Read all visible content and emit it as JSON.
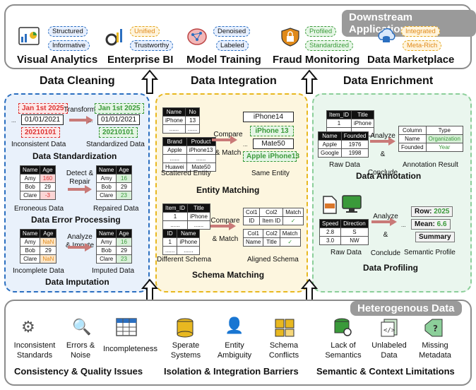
{
  "downstream": {
    "banner": "Downstream Application",
    "apps": [
      {
        "title": "Visual Analytics",
        "tags": [
          "Structured",
          "Informative"
        ]
      },
      {
        "title": "Enterprise BI",
        "tags": [
          "Unified",
          "Trustworthy"
        ]
      },
      {
        "title": "Model Training",
        "tags": [
          "Denoised",
          "Labeled"
        ]
      },
      {
        "title": "Fraud Monitoring",
        "tags": [
          "Profiled",
          "Standardized"
        ]
      },
      {
        "title": "Data Marketplace",
        "tags": [
          "Integrated",
          "Meta-Rich"
        ]
      }
    ]
  },
  "sections": {
    "cleaning": "Data Cleaning",
    "integration": "Data Integration",
    "enrichment": "Data Enrichment"
  },
  "cleaning": {
    "standardization": {
      "title": "Data Standardization",
      "in_dates": [
        "Jan 1st 2025",
        "01/01/2021",
        "20210101"
      ],
      "out_dates": [
        "Jan 1st 2025",
        "01/01/2021",
        "20210101"
      ],
      "dots": "...",
      "op": "Transform",
      "in_label": "Inconsistent Data",
      "out_label": "Standardized Data"
    },
    "error": {
      "title": "Data Error Processing",
      "header": [
        "Name",
        "Age"
      ],
      "in_rows": [
        [
          "Amy",
          "160"
        ],
        [
          "Bob",
          "29"
        ],
        [
          "Clare",
          "-3"
        ]
      ],
      "out_rows": [
        [
          "Amy",
          "16"
        ],
        [
          "Bob",
          "29"
        ],
        [
          "Clare",
          "23"
        ]
      ],
      "op": "Detect & Repair",
      "in_label": "Erroneous Data",
      "out_label": "Repaired Data"
    },
    "imputation": {
      "title": "Data Imputation",
      "header": [
        "Name",
        "Age"
      ],
      "in_rows": [
        [
          "Amy",
          "NaN"
        ],
        [
          "Bob",
          "29"
        ],
        [
          "Clare",
          "NaN"
        ]
      ],
      "out_rows": [
        [
          "Amy",
          "16"
        ],
        [
          "Bob",
          "29"
        ],
        [
          "Clare",
          "23"
        ]
      ],
      "op": "Analyze & Impute",
      "in_label": "Incomplete Data",
      "out_label": "Imputed Data"
    }
  },
  "integration": {
    "entity": {
      "title": "Entity Matching",
      "t1_header": [
        "Name",
        "No"
      ],
      "t1_rows": [
        [
          "iPhone",
          "13"
        ],
        [
          "......",
          "......"
        ]
      ],
      "t2_header": [
        "Brand",
        "Product"
      ],
      "t2_rows": [
        [
          "Apple",
          "iPhone13"
        ],
        [
          "......",
          "......"
        ],
        [
          "Huawei",
          "Mate50"
        ]
      ],
      "op": "Compare & Match",
      "results": [
        "iPhone14",
        "iPhone 13",
        "Mate50",
        "Apple iPhone13"
      ],
      "dots": "...",
      "in_label": "Scattered Entity",
      "out_label": "Same Entity"
    },
    "schema": {
      "title": "Schema Matching",
      "t1_header": [
        "Item_ID",
        "Title"
      ],
      "t1_rows": [
        [
          "1",
          "iPhone"
        ],
        [
          "......",
          "......"
        ]
      ],
      "t2_header": [
        "ID",
        "Name"
      ],
      "t2_rows": [
        [
          "1",
          "iPhone"
        ],
        [
          "......",
          "......"
        ]
      ],
      "op": "Compare & Match",
      "r_header": [
        "Col1",
        "Col2",
        "Match"
      ],
      "r1": [
        "ID",
        "Item ID",
        "✓"
      ],
      "r2": [
        "Name",
        "Title",
        "✓"
      ],
      "in_label": "Different Schema",
      "out_label": "Aligned Schema"
    }
  },
  "enrichment": {
    "annotation": {
      "title": "Data Annotation",
      "t1_header": [
        "Item_ID",
        "Title"
      ],
      "t1_rows": [
        [
          "1",
          "iPhone"
        ],
        [
          "......",
          "......"
        ]
      ],
      "t2_header": [
        "Name",
        "Founded"
      ],
      "t2_rows": [
        [
          "Apple",
          "1976"
        ],
        [
          "Google",
          "1998"
        ]
      ],
      "op": "Analyze & Conclude",
      "r_header": [
        "Column",
        "Type"
      ],
      "r_rows": [
        [
          "Name",
          "Organization"
        ],
        [
          "Founded",
          "Year"
        ]
      ],
      "in_label": "Raw Data",
      "out_label": "Annotation Result"
    },
    "profiling": {
      "title": "Data Profiling",
      "header": [
        "Speed",
        "Direction"
      ],
      "rows": [
        [
          "2.8",
          "S"
        ],
        [
          "3.0",
          "NW"
        ]
      ],
      "op": "Analyze & Conclude",
      "row_label": "Row: ",
      "row_value": "2025",
      "mean_label": "Mean: ",
      "mean_value": "6.6",
      "summary": "Summary",
      "dots": "...",
      "in_label": "Raw Data",
      "out_label": "Semantic Profile"
    }
  },
  "heterogeneous": {
    "banner": "Heterogenous Data",
    "items": [
      {
        "label": "Inconsistent Standards"
      },
      {
        "label": "Errors & Noise"
      },
      {
        "label": "Incompleteness"
      },
      {
        "label": "Sperate Systems"
      },
      {
        "label": "Entity Ambiguity"
      },
      {
        "label": "Schema Conflicts"
      },
      {
        "label": "Lack of Semantics"
      },
      {
        "label": "Unlabeled Data"
      },
      {
        "label": "Missing Metadata"
      }
    ],
    "groups": [
      "Consistency & Quality Issues",
      "Isolation & Integration Barriers",
      "Semantic & Context Limitations"
    ]
  },
  "colors": {
    "blue": "#2b6fc0",
    "yellow": "#e8b820",
    "green": "#8ccf9a",
    "red": "#d33333",
    "arrow": "#c97a78"
  }
}
